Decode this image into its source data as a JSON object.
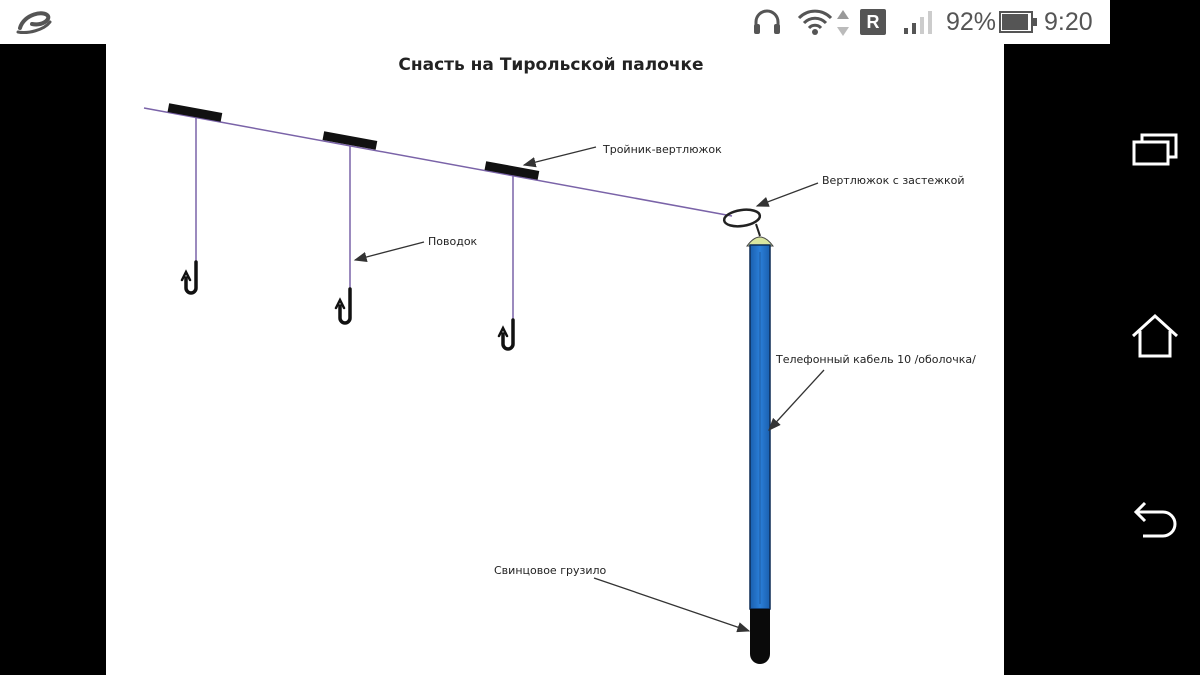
{
  "status_bar": {
    "battery_percent": "92%",
    "time": "9:20",
    "roaming_badge": "R",
    "icons": [
      "app-logo-icon",
      "headphones-icon",
      "wifi-icon",
      "data-arrows-icon",
      "roaming-icon",
      "signal-icon",
      "battery-icon"
    ]
  },
  "navigation": {
    "buttons": [
      "recents-icon",
      "home-icon",
      "back-icon"
    ]
  },
  "diagram": {
    "title": "Снасть на Тирольской палочке",
    "labels": {
      "swivel_tee": "Тройник-вертлюжок",
      "snap_swivel": "Вертлюжок с застежкой",
      "leader": "Поводок",
      "cable": "Телефонный кабель 10 /оболочка/",
      "sinker": "Свинцовое грузило"
    },
    "colors": {
      "stick": "#1f6fc6",
      "stick_outline": "#0d2c55",
      "sinker": "#0a0a0a",
      "line": "#7a63a8",
      "swivel_cap": "#d9e6a0"
    }
  }
}
